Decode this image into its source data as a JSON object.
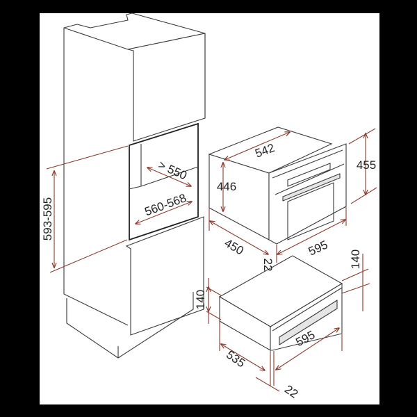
{
  "diagram": {
    "colors": {
      "dimension_line": "#8b3b2b",
      "outline": "#3a3a3a",
      "background": "#ffffff",
      "frame": "#000000"
    },
    "cabinet": {
      "niche_height": "593-595",
      "niche_depth": "> 550",
      "niche_width": "560-568"
    },
    "compact_oven": {
      "depth_body": "542",
      "height_body": "446",
      "height_front": "455",
      "depth_total": "450",
      "width_front": "595",
      "front_thickness": "22"
    },
    "drawer": {
      "height_body": "140",
      "height_front": "140",
      "depth": "535",
      "width_front": "595",
      "front_thickness": "22"
    }
  }
}
